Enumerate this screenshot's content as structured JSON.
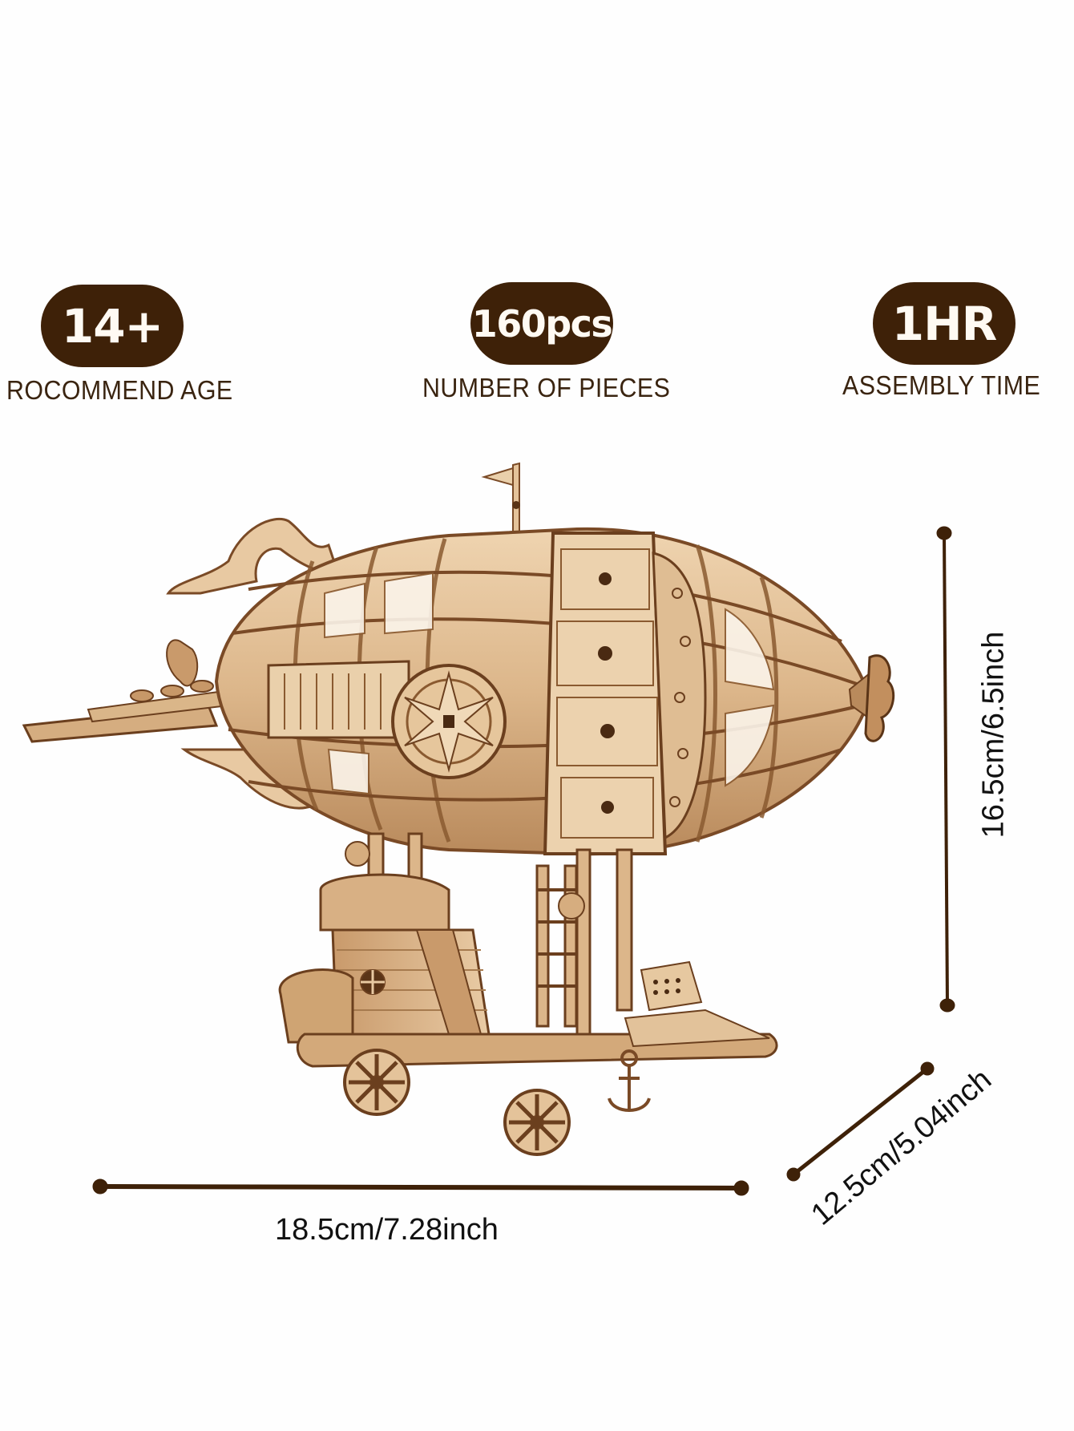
{
  "specs": [
    {
      "value": "14+",
      "label": "ROCOMMEND AGE"
    },
    {
      "value": "160pcs",
      "label": "NUMBER OF PIECES"
    },
    {
      "value": "1HR",
      "label": "ASSEMBLY TIME"
    }
  ],
  "product": {
    "name": "wooden-steampunk-airship-model",
    "image_alt": "3D wooden airship puzzle model"
  },
  "dimensions": {
    "height": "16.5cm/6.5inch",
    "width": "18.5cm/7.28inch",
    "depth": "12.5cm/5.04inch"
  },
  "colors": {
    "badge_bg": "#3e2108",
    "badge_text": "#fffaf3",
    "label_text": "#3a2410",
    "dimension_line": "#3e2108",
    "wood_light": "#e8c9a2",
    "wood_mid": "#c99a6b",
    "wood_dark": "#7a4a26"
  }
}
